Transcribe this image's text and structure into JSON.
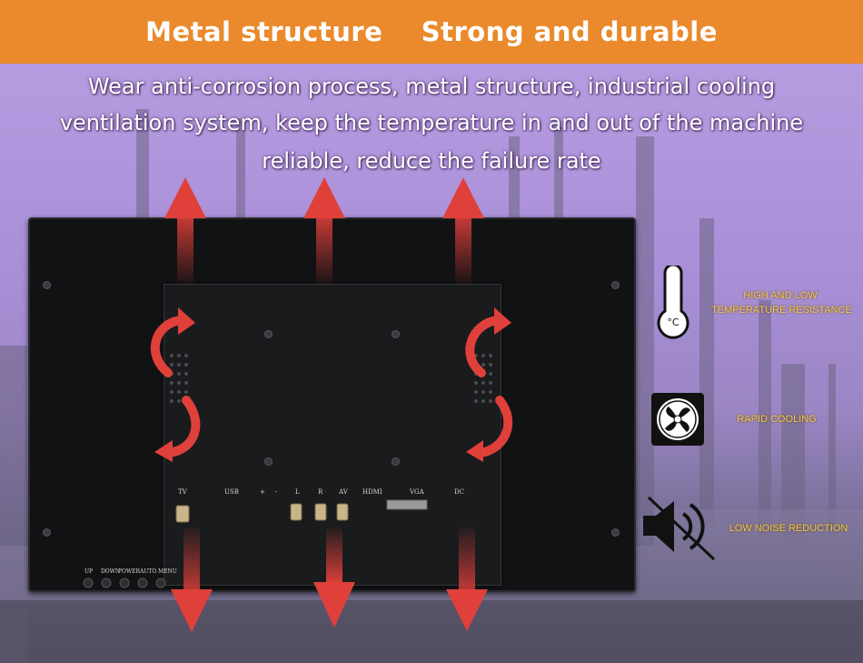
{
  "header": {
    "title": "Metal structure    Strong and durable",
    "color": "#ea8a2c"
  },
  "description": {
    "lines": [
      "Wear anti-corrosion process, metal structure, industrial cooling",
      "ventilation system, keep the temperature in and out of the machine",
      "reliable, reduce the failure rate"
    ]
  },
  "monitor": {
    "ports": [
      "TV",
      "USB",
      "+",
      "-",
      "L",
      "R",
      "AV",
      "HDMI",
      "VGA",
      "DC"
    ],
    "buttons": [
      "UP",
      "DOWN",
      "POWER",
      "AUTO",
      "MENU"
    ]
  },
  "features": [
    {
      "icon": "thermometer-icon",
      "label_line1": "HIGH AND LOW",
      "label_line2": "TEMPERATURE RESISTANCE"
    },
    {
      "icon": "fan-icon",
      "label_line1": "RAPID COOLING"
    },
    {
      "icon": "mute-speaker-icon",
      "label_line1": "LOW NOISE REDUCTION"
    }
  ],
  "colors": {
    "arrow": "#e0403a",
    "label": "#f2c94c",
    "background": "#b9a0e2"
  }
}
